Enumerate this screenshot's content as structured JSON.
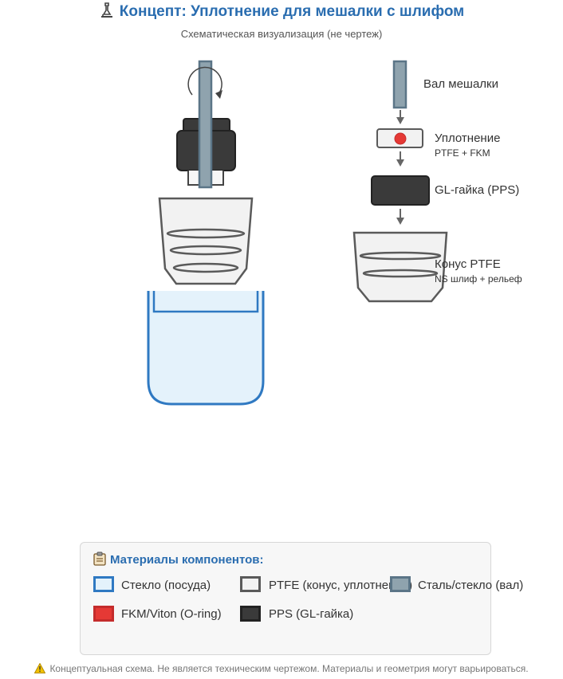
{
  "header": {
    "title": "Концепт: Уплотнение для мешалки с шлифом",
    "subtitle": "Схематическая визуализация (не чертеж)",
    "title_icon": "microscope-icon"
  },
  "exploded_view": {
    "labels": {
      "shaft": "Вал мешалки",
      "seal": "Уплотнение",
      "seal_material": "PTFE + FKM",
      "nut": "GL-гайка (PPS)",
      "cone": "Конус PTFE",
      "cone_detail": "NS шлиф + рельеф"
    }
  },
  "legend": {
    "title": "Материалы компонентов:",
    "title_icon": "clipboard-icon",
    "items": [
      {
        "label": "Стекло (посуда)",
        "swatch": "glass"
      },
      {
        "label": "PTFE (конус, уплотнение)",
        "swatch": "ptfe"
      },
      {
        "label": "Сталь/стекло (вал)",
        "swatch": "steel"
      },
      {
        "label": "FKM/Viton (O-ring)",
        "swatch": "fkm"
      },
      {
        "label": "PPS (GL-гайка)",
        "swatch": "pps"
      }
    ]
  },
  "colors": {
    "title": "#2a6db0",
    "glass": "#2f79c2",
    "ptfe": "#5a5a5a",
    "steel": "#8fa3ae",
    "fkm": "#e53935",
    "pps": "#3a3a3a"
  },
  "footer": {
    "note": "Концептуальная схема. Не является техническим чертежом. Материалы и геометрия могут варьироваться.",
    "icon": "warning-icon"
  }
}
